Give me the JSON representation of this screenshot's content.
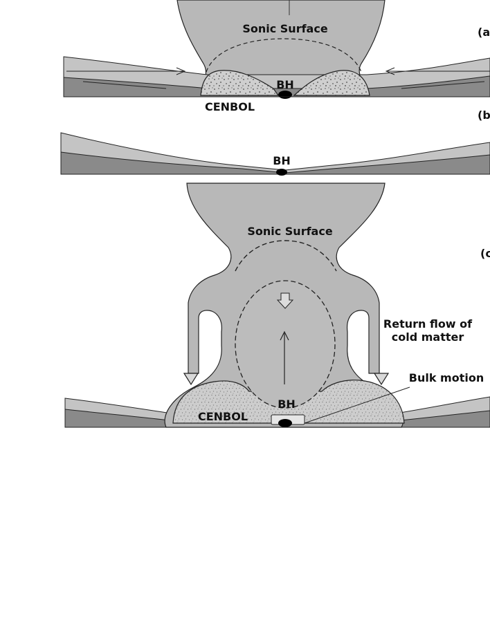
{
  "colors": {
    "background": "#ffffff",
    "outflow": "#b8b8b8",
    "disk_light": "#c4c4c4",
    "disk_dark": "#8a8a8a",
    "cenbol": "#c8c8c8",
    "black_hole": "#000000",
    "ink": "#111111"
  },
  "panel_a": {
    "sonic_surface_label": "Sonic Surface",
    "bh_label": "BH",
    "cenbol_label": "CENBOL",
    "tag": "(a"
  },
  "panel_b": {
    "bh_label": "BH",
    "tag": "(b"
  },
  "panel_c": {
    "sonic_surface_label": "Sonic Surface",
    "tag": "(c",
    "return_flow_line1": "Return flow of",
    "return_flow_line2": "cold matter",
    "bulk_motion_label": "Bulk motion",
    "bh_label": "BH",
    "cenbol_label": "CENBOL"
  },
  "icons": {
    "jet_arrow": "up-arrow-icon",
    "hollow_arrow": "double-down-arrow-icon"
  }
}
